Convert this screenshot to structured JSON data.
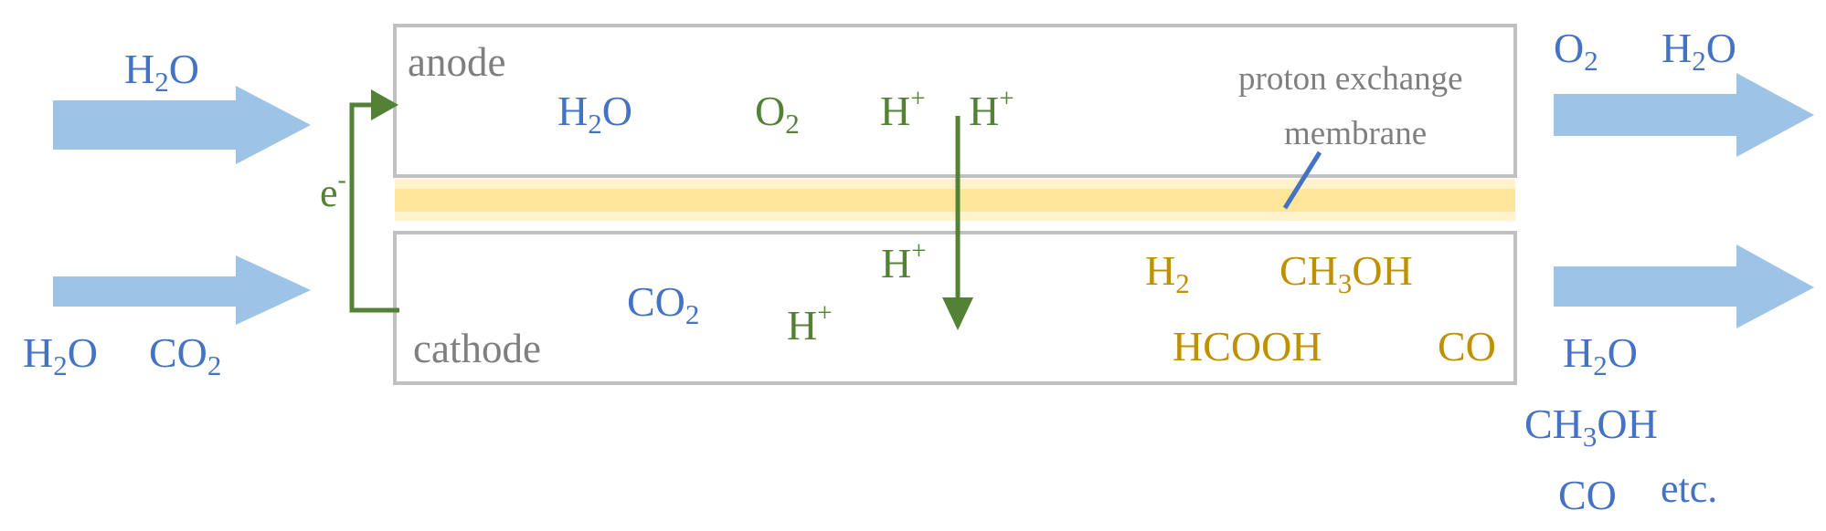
{
  "colors": {
    "flow_arrow": "#9dc3e6",
    "box_border": "#c0c0c0",
    "membrane_outer": "#fff2cc",
    "membrane_inner": "#ffe699",
    "blue_text": "#4472c4",
    "green_text": "#538135",
    "gold_text": "#bf9000",
    "gray_text": "#7f7f7f",
    "pointer_line": "#4472c4"
  },
  "cell": {
    "anode_label": "anode",
    "cathode_label": "cathode",
    "membrane_label_line1": "proton exchange",
    "membrane_label_line2": "membrane"
  },
  "inlets": {
    "top": {
      "main": "H",
      "sub": "2",
      "tail": "O"
    },
    "bottom": [
      {
        "main": "H",
        "sub": "2",
        "tail": "O"
      },
      {
        "main": "CO",
        "sub": "2",
        "tail": ""
      }
    ]
  },
  "anode_species": {
    "water": {
      "main": "H",
      "sub": "2",
      "tail": "O"
    },
    "oxygen": {
      "main": "O",
      "sub": "2"
    },
    "proton_a": {
      "main": "H",
      "sup": "+"
    },
    "proton_b": {
      "main": "H",
      "sup": "+"
    }
  },
  "cathode_species": {
    "co2": {
      "main": "CO",
      "sub": "2"
    },
    "proton_a": {
      "main": "H",
      "sup": "+"
    },
    "proton_b": {
      "main": "H",
      "sup": "+"
    },
    "hydrogen": {
      "main": "H",
      "sub": "2"
    },
    "methanol": {
      "main": "CH",
      "sub": "3",
      "tail": "OH"
    },
    "formic_acid": {
      "main": "HCOOH"
    },
    "carbon_monoxide": {
      "main": "CO"
    }
  },
  "electron": {
    "main": "e",
    "sup": "-"
  },
  "outlets": {
    "top": [
      {
        "main": "O",
        "sub": "2",
        "tail": ""
      },
      {
        "main": "H",
        "sub": "2",
        "tail": "O"
      }
    ],
    "bottom": [
      {
        "main": "H",
        "sub": "2",
        "tail": "O"
      },
      {
        "main": "CH",
        "sub": "3",
        "tail": "OH"
      },
      {
        "main": "CO",
        "sub": "",
        "tail": ""
      },
      {
        "main": "etc.",
        "sub": "",
        "tail": ""
      }
    ]
  }
}
